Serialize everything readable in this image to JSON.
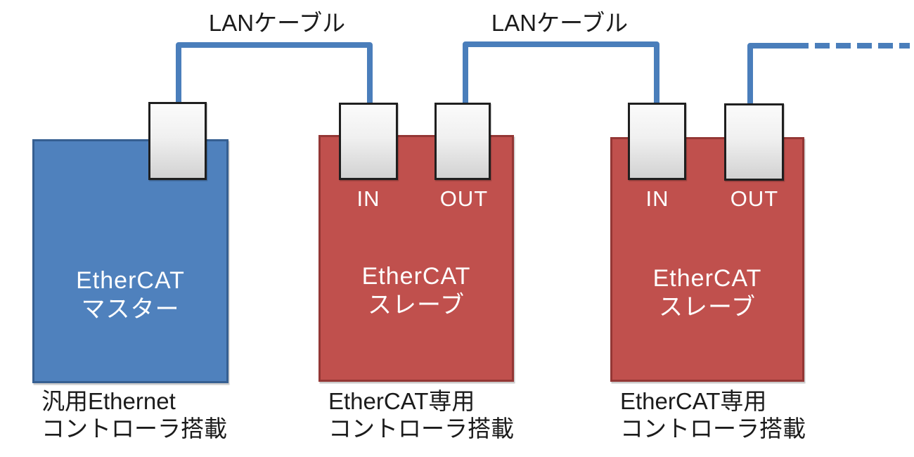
{
  "labels": {
    "lan_cable_1": "LANケーブル",
    "lan_cable_2": "LANケーブル"
  },
  "master": {
    "title_line1": "EtherCAT",
    "title_line2": "マスター",
    "caption_line1": "汎用Ethernet",
    "caption_line2": "コントローラ搭載"
  },
  "slave1": {
    "title_line1": "EtherCAT",
    "title_line2": "スレーブ",
    "port_in": "IN",
    "port_out": "OUT",
    "caption_line1": "EtherCAT専用",
    "caption_line2": "コントローラ搭載"
  },
  "slave2": {
    "title_line1": "EtherCAT",
    "title_line2": "スレーブ",
    "port_in": "IN",
    "port_out": "OUT",
    "caption_line1": "EtherCAT専用",
    "caption_line2": "コントローラ搭載"
  },
  "colors": {
    "cable": "#4a7ebb",
    "master_fill": "#4f81bd",
    "master_border": "#365f91",
    "slave_fill": "#c0504d",
    "slave_border": "#943735",
    "connector_fill": "#e8e8e8",
    "connector_border": "#1f1f1f",
    "text": "#1a1a1a"
  }
}
